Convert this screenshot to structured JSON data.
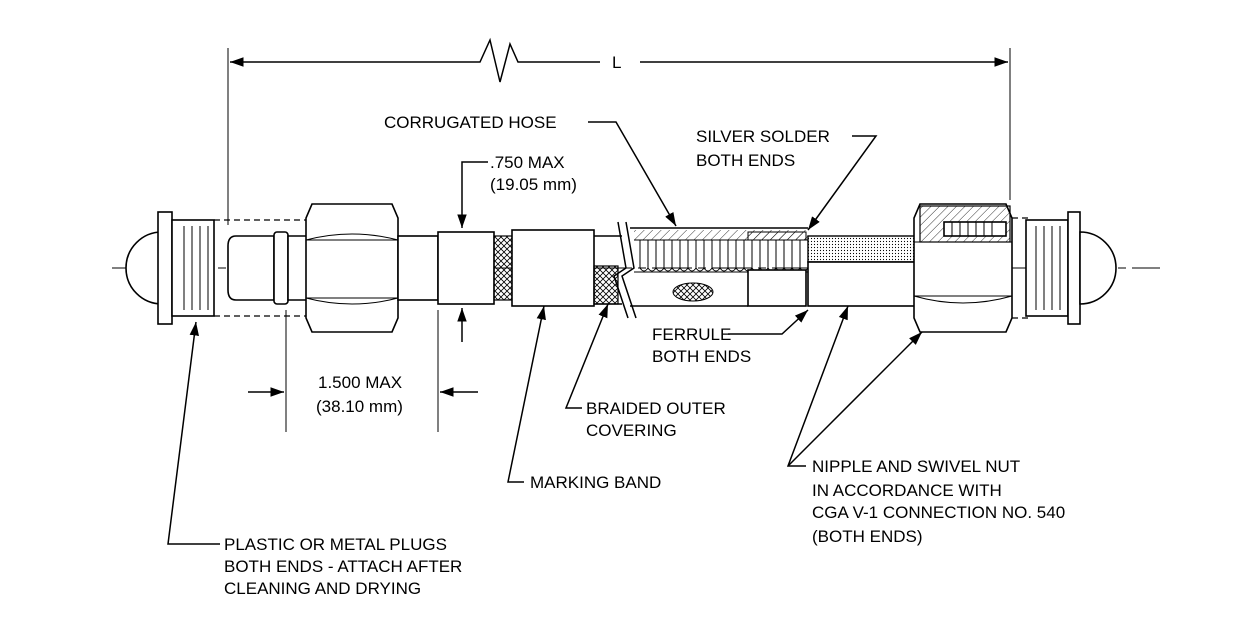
{
  "labels": {
    "length": "L",
    "max_diameter_1": ".750 MAX",
    "max_diameter_2": "(19.05 mm)",
    "max_length_1": "1.500 MAX",
    "max_length_2": "(38.10 mm)",
    "corrugated_hose": "CORRUGATED HOSE",
    "silver_solder_1": "SILVER SOLDER",
    "silver_solder_2": "BOTH ENDS",
    "ferrule_1": "FERRULE",
    "ferrule_2": "BOTH ENDS",
    "braided_1": "BRAIDED OUTER",
    "braided_2": "COVERING",
    "marking_band": "MARKING BAND",
    "nipple_1": "NIPPLE AND SWIVEL NUT",
    "nipple_2": "IN ACCORDANCE WITH",
    "nipple_3": "CGA V-1 CONNECTION NO. 540",
    "nipple_4": "(BOTH ENDS)",
    "plugs_1": "PLASTIC OR METAL PLUGS",
    "plugs_2": "BOTH ENDS - ATTACH AFTER",
    "plugs_3": "CLEANING AND DRYING"
  }
}
